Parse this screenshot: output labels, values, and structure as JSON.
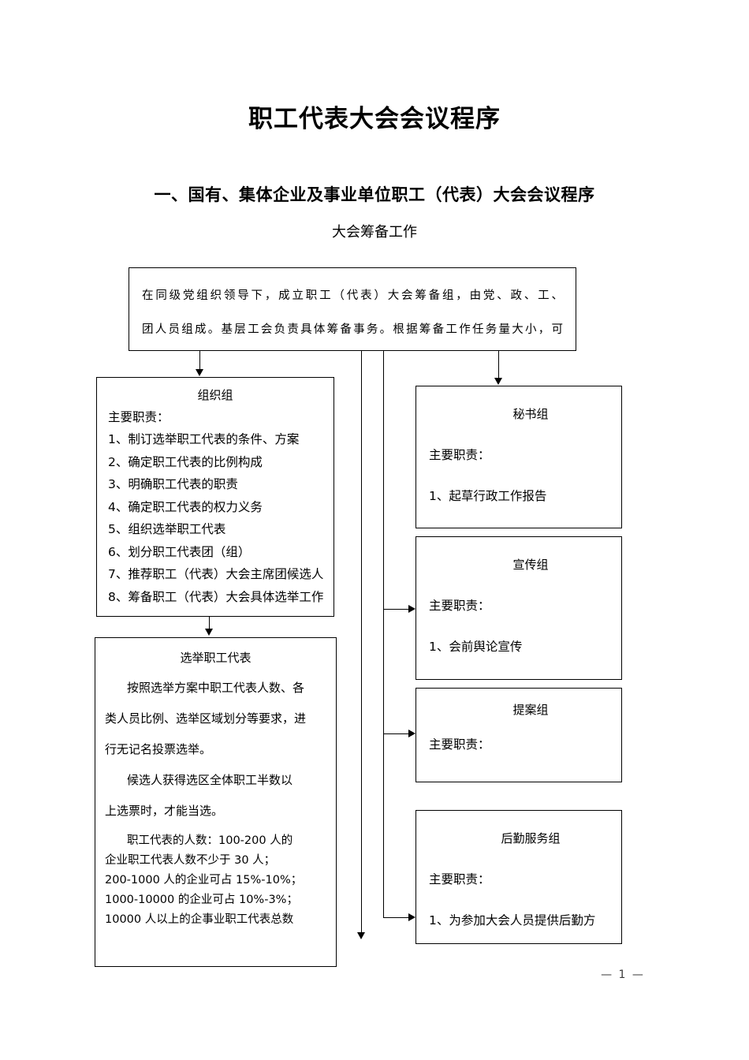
{
  "document": {
    "title": "职工代表大会会议程序",
    "section_heading": "一、国有、集体企业及事业单位职工（代表）大会会议程序",
    "sub_heading": "大会筹备工作",
    "page_footer": "— 1 —"
  },
  "preparation_box": {
    "line1": "在同级党组织领导下，成立职工（代表）大会筹备组，由党、政、工、",
    "line2": "团人员组成。基层工会负责具体筹备事务。根据筹备工作任务量大小，可"
  },
  "organization_group": {
    "title": "组织组",
    "lead": "主要职责：",
    "items": [
      "1、制订选举职工代表的条件、方案",
      "2、确定职工代表的比例构成",
      "3、明确职工代表的职责",
      "4、确定职工代表的权力义务",
      "5、组织选举职工代表",
      "6、划分职工代表团（组）",
      "7、推荐职工（代表）大会主席团候选人",
      "8、筹备职工（代表）大会具体选举工作"
    ]
  },
  "election_box": {
    "title": "选举职工代表",
    "para1_line1": "按照选举方案中职工代表人数、各",
    "para1_line2": "类人员比例、选举区域划分等要求，进",
    "para1_line3": "行无记名投票选举。",
    "para2_line1": "候选人获得选区全体职工半数以",
    "para2_line2": "上选票时，才能当选。",
    "stats": [
      "职工代表的人数：100-200 人的",
      "企业职工代表人数不少于 30 人；",
      "200-1000 人的企业可占 15%-10%；",
      "1000-10000 的企业可占 10%-3%；",
      "10000 人以上的企事业职工代表总数"
    ]
  },
  "secretariat_group": {
    "title": "秘书组",
    "lead": "主要职责：",
    "item1": "1、起草行政工作报告"
  },
  "publicity_group": {
    "title": "宣传组",
    "lead": "主要职责：",
    "item1": "1、会前舆论宣传"
  },
  "proposal_group": {
    "title": "提案组",
    "lead": "主要职责："
  },
  "logistics_group": {
    "title": "后勤服务组",
    "lead": "主要职责：",
    "item1": "1、为参加大会人员提供后勤方"
  }
}
